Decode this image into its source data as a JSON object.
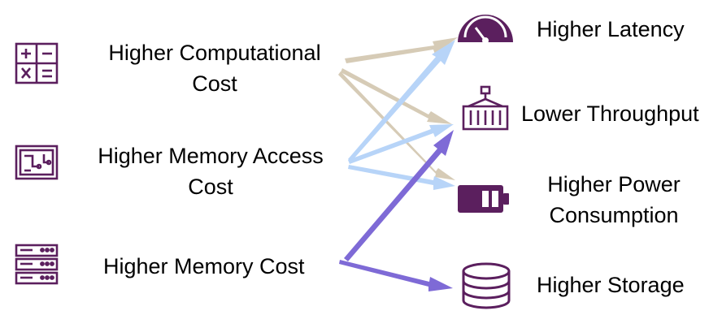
{
  "colors": {
    "icon": "#5b1f5e",
    "computational_arrow": "#d6cbb6",
    "memory_access_arrow": "#b7d4f8",
    "memory_arrow": "#7e6ad6"
  },
  "causes": [
    {
      "id": "computational",
      "icon": "calculator-icon",
      "lines": [
        "Higher Computational",
        "Cost"
      ]
    },
    {
      "id": "memory_access",
      "icon": "circuit-board-icon",
      "lines": [
        "Higher Memory Access",
        "Cost"
      ]
    },
    {
      "id": "memory",
      "icon": "server-rack-icon",
      "lines": [
        "Higher Memory Cost"
      ]
    }
  ],
  "effects": [
    {
      "id": "latency",
      "icon": "speedometer-icon",
      "lines": [
        "Higher Latency"
      ]
    },
    {
      "id": "throughput",
      "icon": "shipping-container-icon",
      "lines": [
        "Lower Throughput"
      ]
    },
    {
      "id": "power",
      "icon": "battery-icon",
      "lines": [
        "Higher Power",
        "Consumption"
      ]
    },
    {
      "id": "storage",
      "icon": "database-icon",
      "lines": [
        "Higher Storage"
      ]
    }
  ],
  "links": [
    {
      "from": "computational",
      "to": [
        "latency",
        "throughput",
        "power"
      ]
    },
    {
      "from": "memory_access",
      "to": [
        "latency",
        "throughput",
        "power"
      ]
    },
    {
      "from": "memory",
      "to": [
        "throughput",
        "storage"
      ]
    }
  ]
}
